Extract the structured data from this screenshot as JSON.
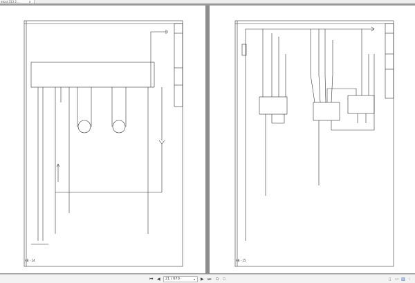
{
  "window": {
    "tab_title": "atcat 313 2...",
    "tab_close": "x"
  },
  "pages": [
    {
      "label": "AB - 14"
    },
    {
      "label": "AB - 15"
    }
  ],
  "toolbar": {
    "first": "⏮",
    "prev": "◀",
    "page_value": "21 / 670",
    "dropdown": "▾",
    "next": "▶",
    "last": "⏭",
    "view_single": "▯",
    "view_continuous": "▭",
    "view_facing": "▥",
    "view_other": "⁝"
  }
}
